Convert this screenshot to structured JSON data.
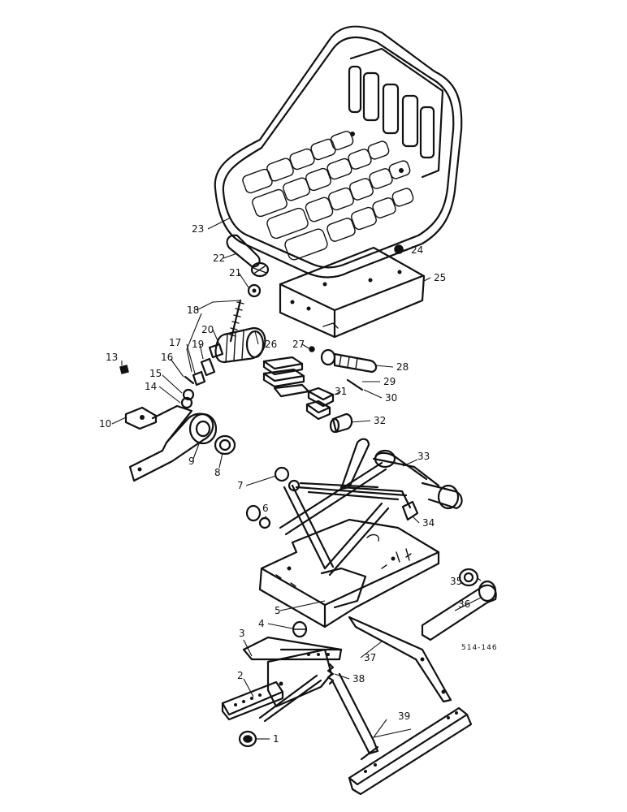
{
  "figure_ref": "514-146",
  "parts": [
    {
      "id": "1",
      "label": "1"
    },
    {
      "id": "2",
      "label": "2"
    },
    {
      "id": "3",
      "label": "3"
    },
    {
      "id": "4",
      "label": "4"
    },
    {
      "id": "5",
      "label": "5"
    },
    {
      "id": "6",
      "label": "6"
    },
    {
      "id": "7",
      "label": "7"
    },
    {
      "id": "8",
      "label": "8"
    },
    {
      "id": "9",
      "label": "9"
    },
    {
      "id": "10",
      "label": "10"
    },
    {
      "id": "13",
      "label": "13"
    },
    {
      "id": "14",
      "label": "14"
    },
    {
      "id": "15",
      "label": "15"
    },
    {
      "id": "16",
      "label": "16"
    },
    {
      "id": "17",
      "label": "17"
    },
    {
      "id": "18",
      "label": "18"
    },
    {
      "id": "19",
      "label": "19"
    },
    {
      "id": "20",
      "label": "20"
    },
    {
      "id": "21",
      "label": "21"
    },
    {
      "id": "22",
      "label": "22"
    },
    {
      "id": "23",
      "label": "23"
    },
    {
      "id": "24",
      "label": "24"
    },
    {
      "id": "25",
      "label": "25"
    },
    {
      "id": "26",
      "label": "26"
    },
    {
      "id": "27",
      "label": "27"
    },
    {
      "id": "28",
      "label": "28"
    },
    {
      "id": "29",
      "label": "29"
    },
    {
      "id": "30",
      "label": "30"
    },
    {
      "id": "31",
      "label": "31"
    },
    {
      "id": "32",
      "label": "32"
    },
    {
      "id": "33",
      "label": "33"
    },
    {
      "id": "34",
      "label": "34"
    },
    {
      "id": "35",
      "label": "35"
    },
    {
      "id": "36",
      "label": "36"
    },
    {
      "id": "37",
      "label": "37"
    },
    {
      "id": "38",
      "label": "38"
    },
    {
      "id": "39",
      "label": "39"
    }
  ]
}
